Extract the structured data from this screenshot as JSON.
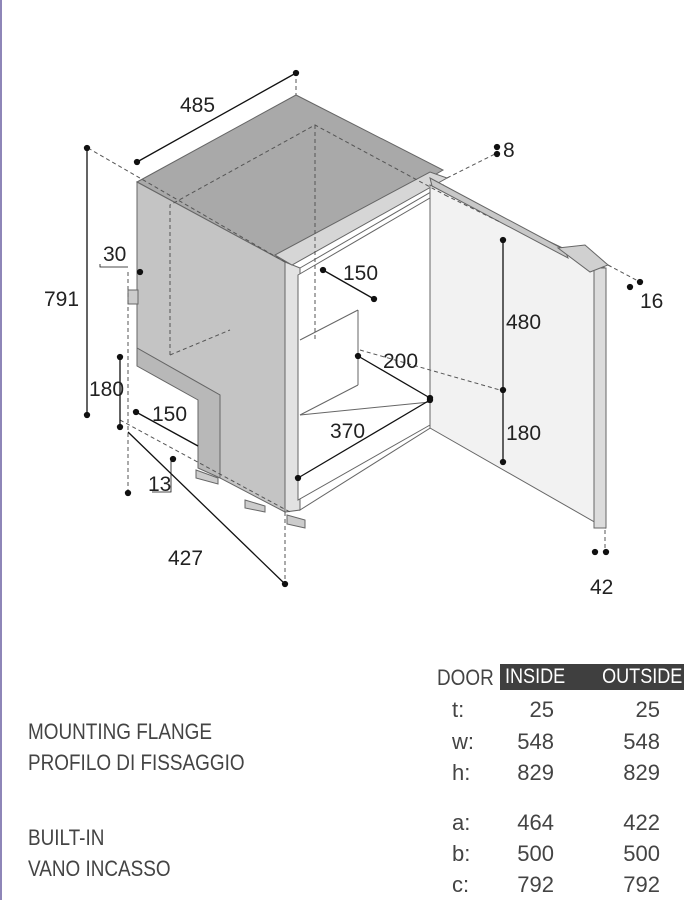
{
  "diagram": {
    "dimensions": {
      "width_top": "485",
      "flange_offset": "8",
      "height_total": "791",
      "side_offset": "30",
      "shelf_depth_top": "150",
      "inner_height_upper": "480",
      "door_thickness": "16",
      "inner_depth": "200",
      "compressor_height_left": "180",
      "compressor_depth": "150",
      "inner_width": "370",
      "inner_height_lower": "180",
      "foot_offset": "13",
      "depth_bottom": "427",
      "door_bottom_offset": "42"
    }
  },
  "labels": {
    "mounting_flange_en": "MOUNTING FLANGE",
    "mounting_flange_it": "PROFILO DI FISSAGGIO",
    "built_in_en": "BUILT-IN",
    "built_in_it": "VANO INCASSO"
  },
  "table": {
    "door_label": "DOOR",
    "columns": [
      "INSIDE",
      "OUTSIDE"
    ],
    "rows": [
      {
        "key": "t:",
        "inside": "25",
        "outside": "25"
      },
      {
        "key": "w:",
        "inside": "548",
        "outside": "548"
      },
      {
        "key": "h:",
        "inside": "829",
        "outside": "829"
      },
      {
        "key": "a:",
        "inside": "464",
        "outside": "422"
      },
      {
        "key": "b:",
        "inside": "500",
        "outside": "500"
      },
      {
        "key": "c:",
        "inside": "792",
        "outside": "792"
      }
    ]
  },
  "colors": {
    "header_bg": "#3f3f3f",
    "cabinet_top": "#a9a9a9",
    "cabinet_side": "#c4c4c4"
  }
}
